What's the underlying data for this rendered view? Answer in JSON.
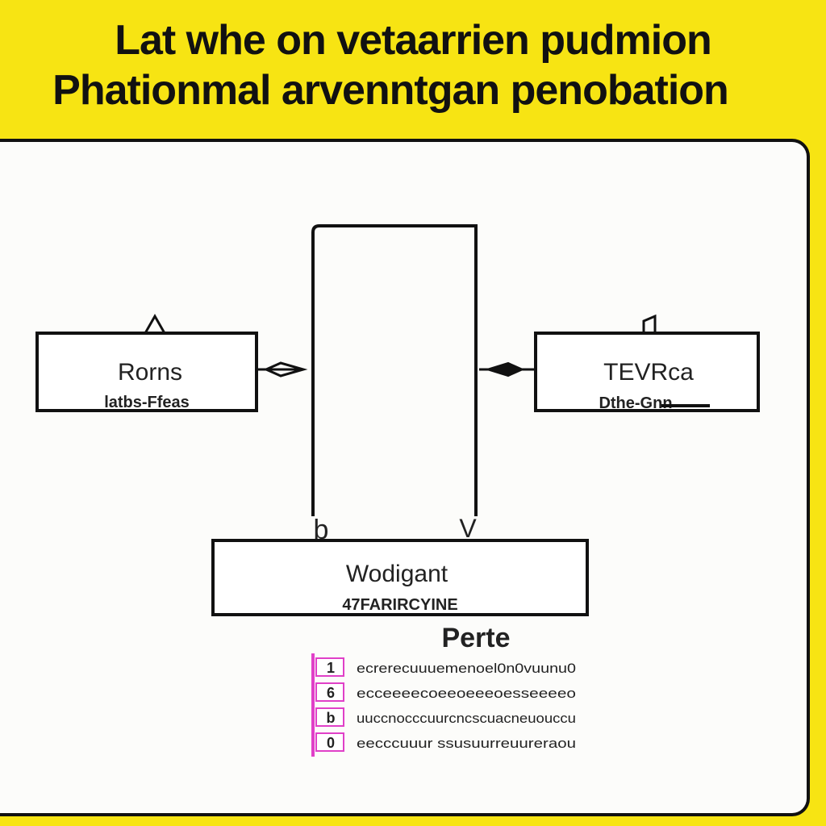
{
  "title": {
    "line1": "Lat whe on vetaarrien pudmion",
    "line2": "Phationmal arvenntgan penobation"
  },
  "nodes": {
    "left": {
      "title": "Rorns",
      "subtitle": "latbs-Ffeas"
    },
    "right": {
      "title": "TEVRca",
      "subtitle": "Dthe-Gnn"
    },
    "bottom": {
      "title": "Wodigant",
      "subtitle": "47FARIRCYINE"
    }
  },
  "connector_labels": {
    "left_down": "b",
    "right_down": "V"
  },
  "legend": {
    "title": "Perte",
    "items": [
      {
        "marker": "1",
        "text": "ecrerecuuuemenoel0n0vuunu0"
      },
      {
        "marker": "6",
        "text": "ecceeeecoeeoeeeoesseeeeo"
      },
      {
        "marker": "b",
        "text": "uuccnocccuurcncscuacneuouccu"
      },
      {
        "marker": "0",
        "text": "eecccuuur ssusuurreuureraou"
      }
    ]
  },
  "colors": {
    "background": "#f7e413",
    "panel": "#fcfcfa",
    "stroke": "#111111",
    "legend_marker": "#e040c8"
  }
}
